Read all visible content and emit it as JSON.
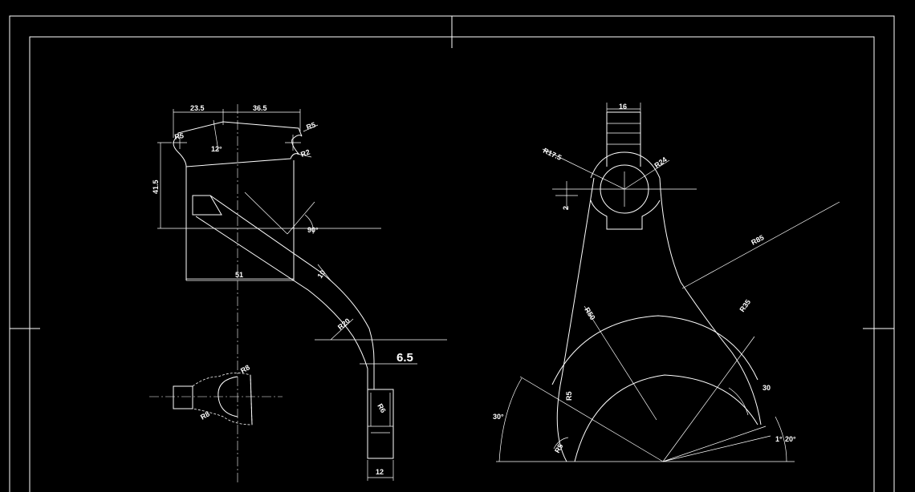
{
  "dims": {
    "d23_5": "23.5",
    "d36_5": "36.5",
    "r5_top": "R5",
    "r2": "R2",
    "r5_left": "R5",
    "a12": "12°",
    "d41_5": "41.5",
    "a90": "90°",
    "d51": "51",
    "d10": "10",
    "r20": "R20",
    "d6_5": "6.5",
    "r6": "R6",
    "d12": "12",
    "r8_small": "R8",
    "r8_top": "R8",
    "d16": "16",
    "r17_5": "R17.5",
    "r24": "R24",
    "d2": "2",
    "r85": "R85",
    "r50": "R50",
    "r35": "R35",
    "r5_right": "R5",
    "d30": "30",
    "a30": "30°",
    "a1": "1°",
    "a20": "20°",
    "r5_bottom": "R5"
  }
}
